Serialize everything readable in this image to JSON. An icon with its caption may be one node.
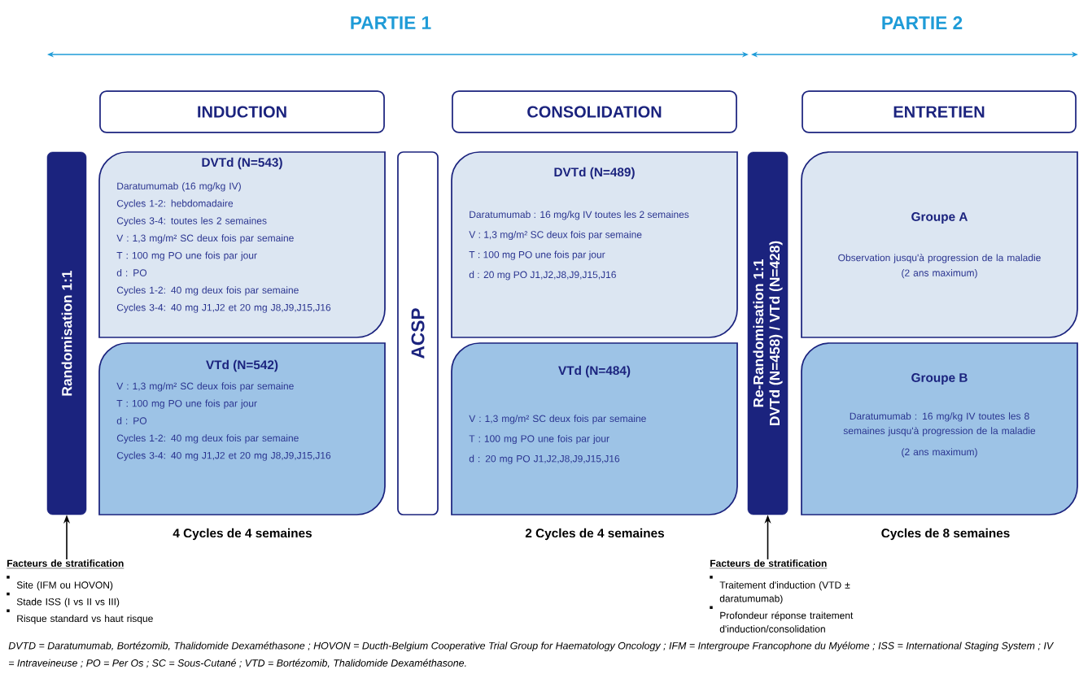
{
  "diagram": {
    "caption": "DVTD = Daratumumab, Bortézomib, Thalidomide Dexaméthasone ; HOVON = Ducth-Belgium Cooperative Trial Group for Haematology Oncology ; IFM = Intergroupe Francophone du Myélome ; ISS = International Staging System ; IV = Intraveineuse ; PO = Per Os ; SC = Sous-Cutané ; VTD = Bortézomib, Thalidomide Dexaméthasone.",
    "nodes": [
      {
        "text": [
          "INDUCTION"
        ]
      },
      {
        "text": [
          "CONSOLIDATION"
        ]
      },
      {
        "text": [
          "ENTRETIEN"
        ]
      },
      {
        "text": [
          "Randomisation 1:1"
        ]
      },
      {
        "text": [
          "DVTd (N=543)",
          "Daratumumab (16 mg/kg IV)",
          "Cycles 1-2: hebdomadaire",
          "Cycles 3-4: toutes les 2 semaines",
          "V : 1,3 mg/m² SC deux fois par semaine",
          "T : 100 mg PO une fois par jour",
          "d : PO",
          "Cycles 1-2: 40 mg deux fois par semaine",
          "Cycles 3-4: 40 mg J1,J2 et 20 mg J8,J9,J15,J16"
        ]
      },
      {
        "text": [
          "VTd (N=542)",
          "V : 1,3 mg/m² SC deux fois par semaine",
          "T : 100 mg PO une fois par jour",
          "d : PO",
          "Cycles 1-2: 40 mg deux fois par semaine",
          "Cycles 3-4: 40 mg J1,J2 et 20 mg J8,J9,J15,J16"
        ]
      },
      {
        "text": [
          "ACSP"
        ]
      },
      {
        "text": [
          "DVTd (N=489)",
          "Daratumumab : 16 mg/kg IV toutes les 2 semaines",
          "V : 1,3 mg/m² SC deux fois par semaine",
          "T : 100 mg PO une fois par jour",
          "d : 20 mg PO J1,J2,J8,J9,J15,J16"
        ]
      },
      {
        "text": [
          "VTd (N=484)",
          "V : 1,3 mg/m² SC deux fois par semaine",
          "T : 100 mg PO une fois par jour",
          "d : 20 mg PO J1,J2,J8,J9,J15,J16"
        ]
      },
      {
        "text": [
          "Re-Randomisation 1:1",
          "DVTd (N=458) / VTd (N=428)"
        ]
      },
      {
        "text": [
          "Groupe A",
          "Observation jusqu'à progression de la maladie",
          "(2 ans maximum)"
        ]
      },
      {
        "text": [
          "Groupe B",
          "Daratumumab : 16 mg/kg IV toutes les 8 semaines jusqu'à progression de la maladie",
          "(2 ans maximum)"
        ]
      },
      {
        "text": [
          "Facteurs de stratification",
          "Site (IFM ou HOVON)",
          "Stade ISS (I vs II vs III)",
          "Risque standard vs haut risque"
        ]
      },
      {
        "text": [
          "Facteurs de stratification",
          "Traitement d'induction (VTD ± daratumumab)",
          "Profondeur réponse traitement d'induction/consolidation"
        ]
      }
    ],
    "edges": [
      {
        "from": 12,
        "to": 3,
        "arrow": "to"
      },
      {
        "from": 13,
        "to": 9,
        "arrow": "to"
      }
    ],
    "labels": [
      "PARTIE 1",
      "PARTIE 2",
      "4 Cycles de 4 semaines",
      "2 Cycles de 4 semaines",
      "Cycles de 8 semaines"
    ]
  }
}
